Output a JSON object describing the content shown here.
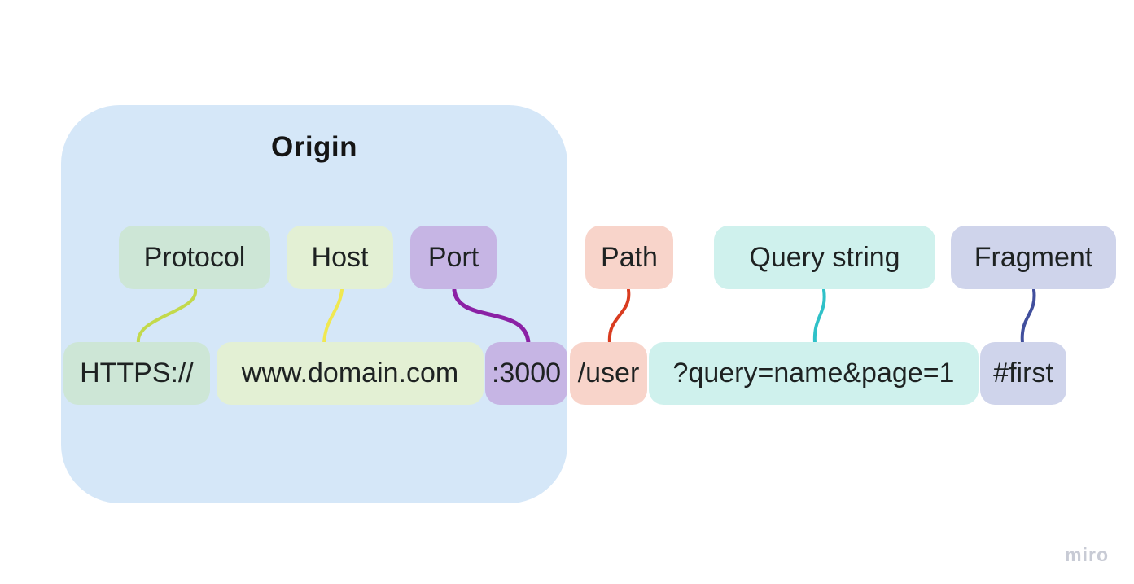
{
  "diagram": {
    "origin": {
      "title": "Origin",
      "box_color": "#d5e7f8"
    },
    "groups": [
      {
        "id": "protocol",
        "label": "Protocol",
        "segment": "HTTPS://",
        "box_color": "#cde6d6",
        "connector_color": "#c3d94b"
      },
      {
        "id": "host",
        "label": "Host",
        "segment": "www.domain.com",
        "box_color": "#e3f0d4",
        "connector_color": "#f0e851"
      },
      {
        "id": "port",
        "label": "Port",
        "segment": ":3000",
        "box_color": "#c6b5e4",
        "connector_color": "#8b21a5"
      },
      {
        "id": "path",
        "label": "Path",
        "segment": "/user",
        "box_color": "#f8d4ca",
        "connector_color": "#d93c20"
      },
      {
        "id": "query",
        "label": "Query string",
        "segment": "?query=name&page=1",
        "box_color": "#cff1ed",
        "connector_color": "#2fc1c8"
      },
      {
        "id": "fragment",
        "label": "Fragment",
        "segment": "#first",
        "box_color": "#cfd4eb",
        "connector_color": "#414f9d"
      }
    ],
    "watermark": "miro",
    "text_color": "#1e2222",
    "background_color": "#ffffff"
  }
}
